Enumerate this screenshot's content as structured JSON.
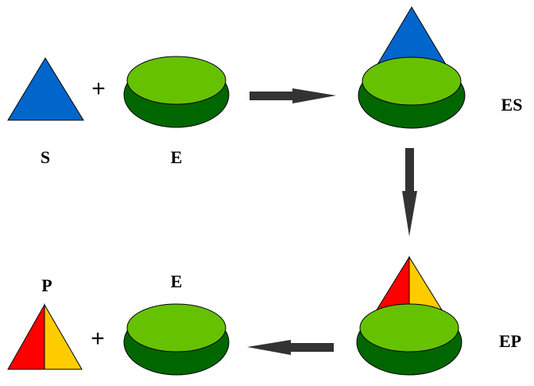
{
  "labels": {
    "substrate": "S",
    "enzyme_top": "E",
    "complex_es": "ES",
    "complex_ep": "EP",
    "product": "P",
    "enzyme_bottom": "E"
  },
  "operators": {
    "plus_top": "+",
    "plus_bottom": "+"
  },
  "colors": {
    "substrate_blue": "#0066cc",
    "enzyme_light_green": "#66c200",
    "enzyme_dark_green": "#006600",
    "product_red": "#ff0000",
    "product_yellow": "#ffcc00",
    "arrow_gray": "#333333"
  }
}
